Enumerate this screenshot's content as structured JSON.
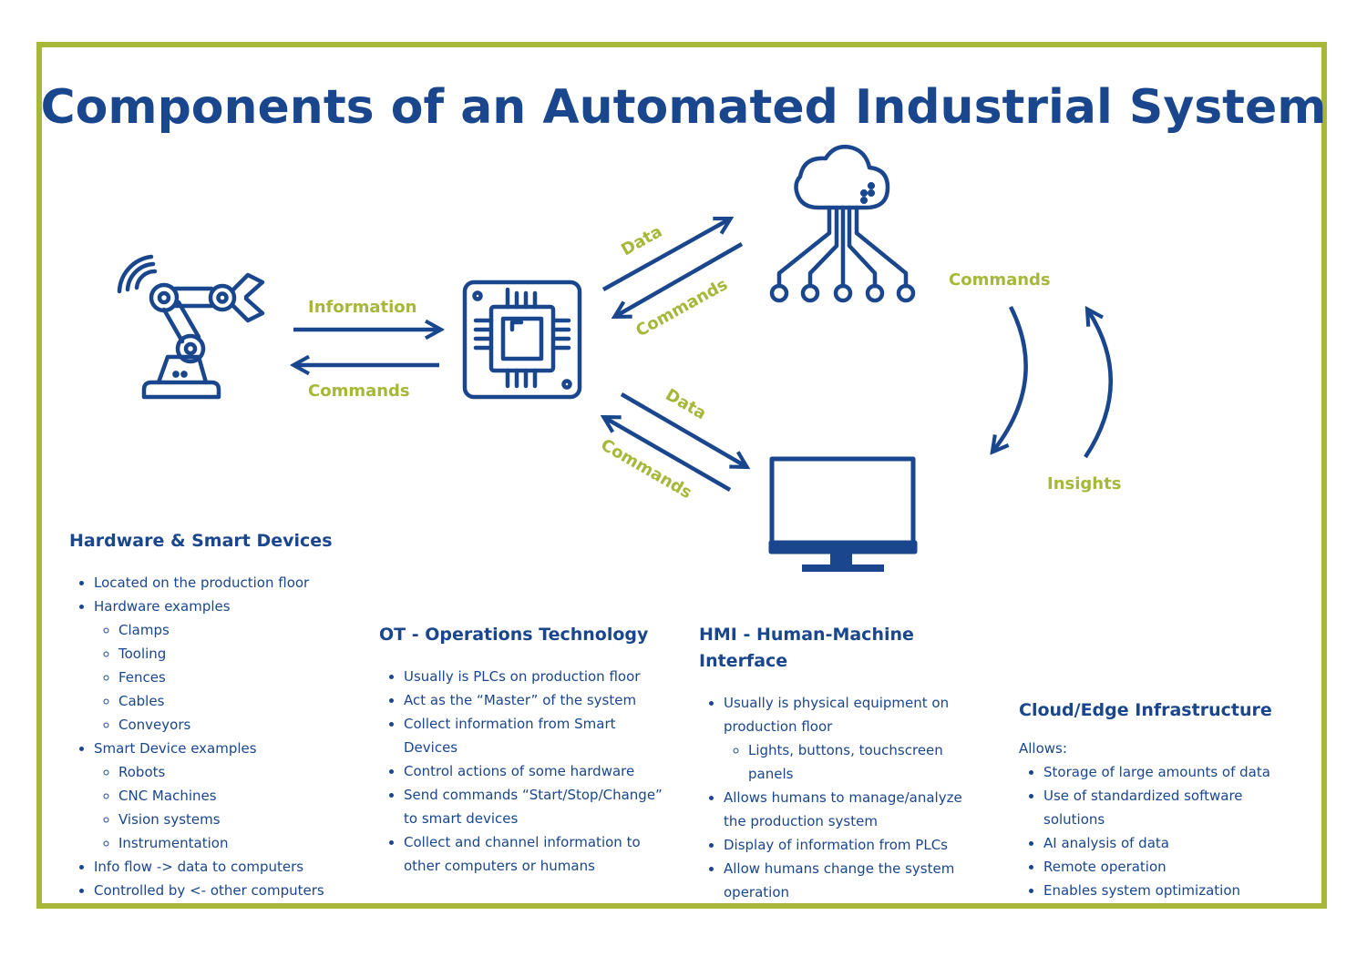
{
  "title": "Components of an Automated Industrial System",
  "colors": {
    "brand": "#19468c",
    "accent": "#a7b73a"
  },
  "icons": [
    "robot-arm-icon",
    "chip-icon",
    "cloud-network-icon",
    "monitor-icon"
  ],
  "flow_labels": {
    "robot_to_chip": "Information",
    "chip_to_robot": "Commands",
    "chip_to_cloud": "Data",
    "cloud_to_chip": "Commands",
    "chip_to_monitor": "Data",
    "monitor_to_chip": "Commands",
    "cloud_to_monitor": "Commands",
    "monitor_to_cloud": "Insights"
  },
  "sections": {
    "hardware": {
      "heading": "Hardware & Smart Devices",
      "items": [
        {
          "text": "Located on the production floor"
        },
        {
          "text": "Hardware examples",
          "sub": [
            "Clamps",
            "Tooling",
            "Fences",
            "Cables",
            "Conveyors"
          ]
        },
        {
          "text": "Smart Device examples",
          "sub": [
            "Robots",
            "CNC Machines",
            "Vision systems",
            "Instrumentation"
          ]
        },
        {
          "text": "Info flow -> data to computers"
        },
        {
          "text": "Controlled by <- other computers"
        }
      ]
    },
    "ot": {
      "heading": "OT - Operations Technology",
      "items": [
        {
          "text": "Usually is PLCs on production floor"
        },
        {
          "text": "Act as the “Master” of the system"
        },
        {
          "text": "Collect information from Smart Devices"
        },
        {
          "text": "Control actions of some hardware"
        },
        {
          "text": "Send commands “Start/Stop/Change” to smart devices"
        },
        {
          "text": "Collect and channel information to other computers or humans"
        }
      ]
    },
    "hmi": {
      "heading": "HMI - Human-Machine Interface",
      "items": [
        {
          "text": "Usually is physical equipment on production floor",
          "sub": [
            "Lights, buttons, touchscreen panels"
          ]
        },
        {
          "text": "Allows humans to manage/analyze the production system"
        },
        {
          "text": "Display of information from PLCs"
        },
        {
          "text": "Allow humans change the system operation"
        }
      ]
    },
    "cloud": {
      "heading": "Cloud/Edge Infrastructure",
      "lead": "Allows:",
      "items": [
        {
          "text": "Storage of large amounts of data"
        },
        {
          "text": "Use of standardized software solutions"
        },
        {
          "text": "AI analysis of data"
        },
        {
          "text": "Remote operation"
        },
        {
          "text": "Enables system optimization"
        }
      ]
    }
  }
}
